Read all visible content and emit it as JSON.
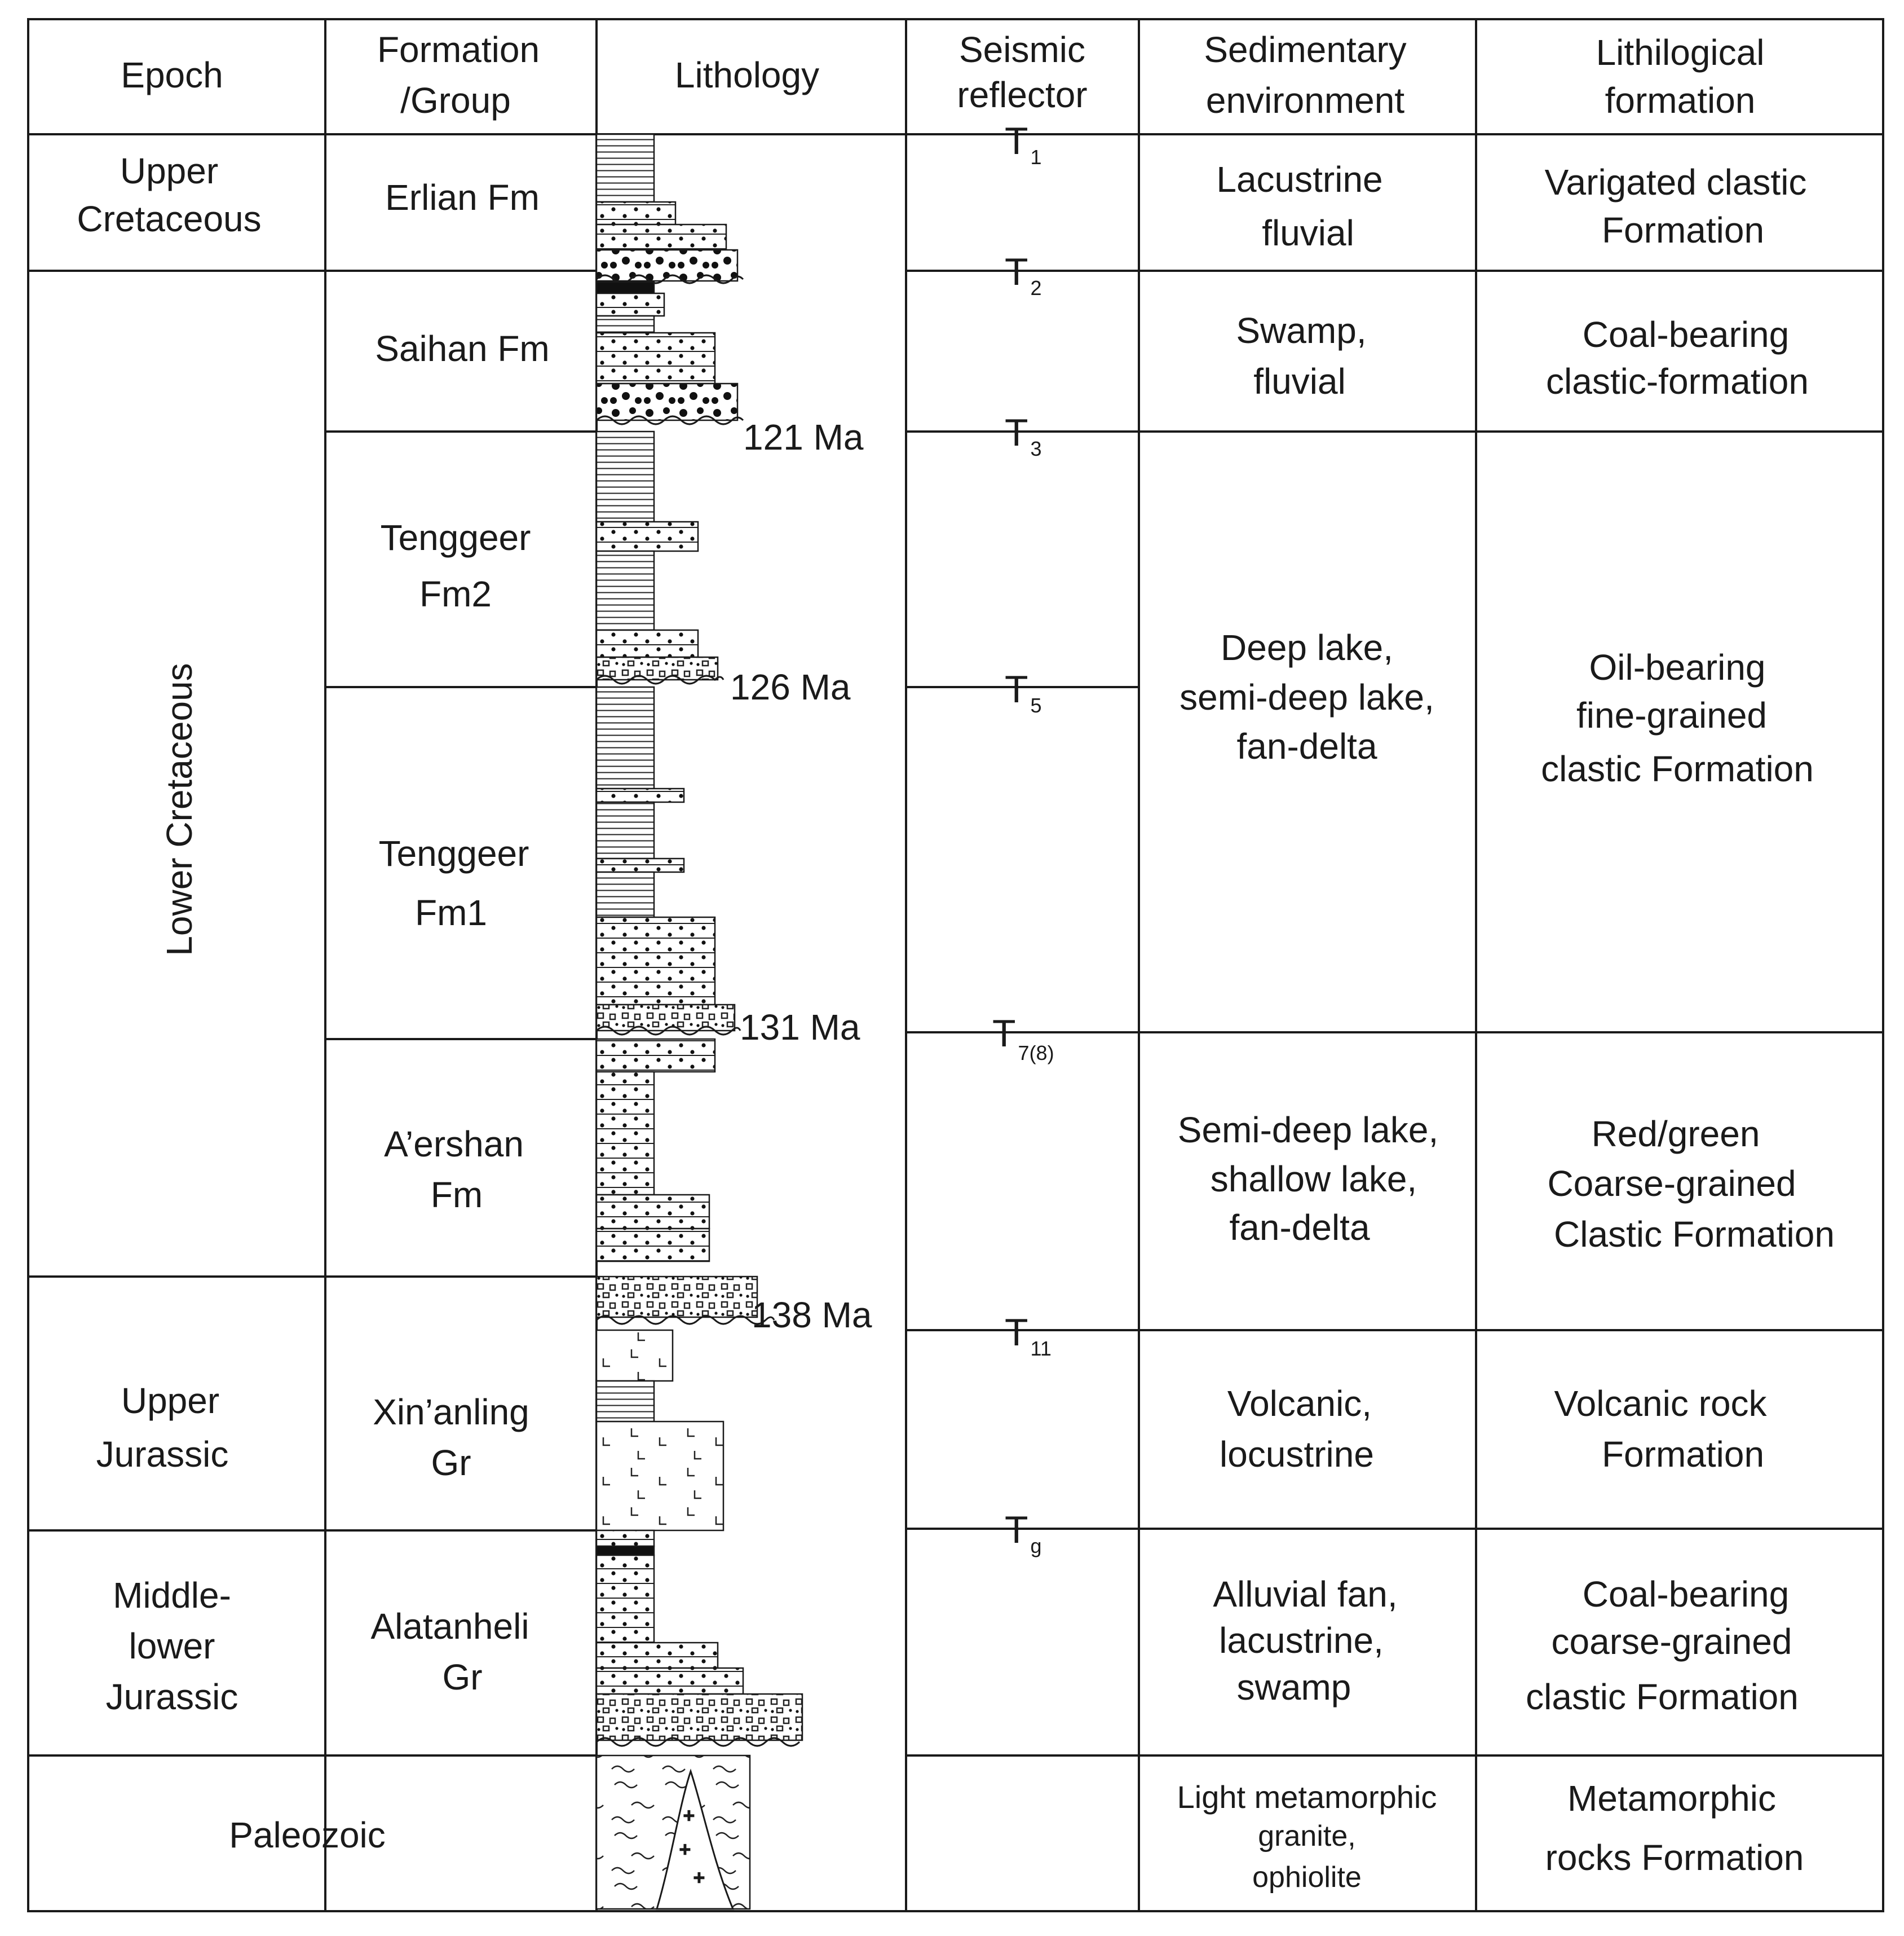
{
  "headers": {
    "epoch": "Epoch",
    "formation": [
      "Formation",
      "/Group"
    ],
    "lithology": "Lithology",
    "seismic": [
      "Seismic",
      "reflector"
    ],
    "environment": [
      "Sedimentary",
      "environment"
    ],
    "lith_formation": [
      "Lithilogical",
      "formation"
    ]
  },
  "epochs": [
    {
      "key": "upper_cretaceous",
      "lines": [
        "Upper",
        "Cretaceous"
      ]
    },
    {
      "key": "lower_cretaceous",
      "lines": [
        "Lower Cretaceous"
      ]
    },
    {
      "key": "upper_jurassic",
      "lines": [
        "Upper",
        "Jurassic"
      ]
    },
    {
      "key": "middle_lower_jurassic",
      "lines": [
        "Middle-",
        "lower",
        "Jurassic"
      ]
    },
    {
      "key": "paleozoic",
      "lines": [
        "Paleozoic"
      ]
    }
  ],
  "formations": [
    {
      "key": "erlian",
      "lines": [
        "Erlian Fm"
      ]
    },
    {
      "key": "saihan",
      "lines": [
        "Saihan Fm"
      ]
    },
    {
      "key": "tenggeer2",
      "lines": [
        "Tenggeer",
        "Fm2"
      ]
    },
    {
      "key": "tenggeer1",
      "lines": [
        "Tenggeer",
        "Fm1"
      ]
    },
    {
      "key": "aershan",
      "lines": [
        "A’ershan",
        "Fm"
      ]
    },
    {
      "key": "xinanling",
      "lines": [
        "Xin’anling",
        "Gr"
      ]
    },
    {
      "key": "alatanheli",
      "lines": [
        "Alatanheli",
        "Gr"
      ]
    }
  ],
  "ages": [
    "121 Ma",
    "126 Ma",
    "131 Ma",
    "138 Ma"
  ],
  "reflectors": [
    {
      "main": "T",
      "sub": "1"
    },
    {
      "main": "T",
      "sub": "2"
    },
    {
      "main": "T",
      "sub": "3"
    },
    {
      "main": "T",
      "sub": "5"
    },
    {
      "main": "T",
      "sub": "7(8)"
    },
    {
      "main": "T",
      "sub": "11"
    },
    {
      "main": "T",
      "sub": "g"
    }
  ],
  "environments": [
    {
      "key": "env_erlian",
      "lines": [
        "Lacustrine",
        "fluvial"
      ]
    },
    {
      "key": "env_saihan",
      "lines": [
        "Swamp,",
        "fluvial"
      ]
    },
    {
      "key": "env_tenggeer",
      "lines": [
        "Deep lake,",
        "semi-deep lake,",
        "fan-delta"
      ]
    },
    {
      "key": "env_aershan",
      "lines": [
        "Semi-deep lake,",
        "shallow lake,",
        "fan-delta"
      ]
    },
    {
      "key": "env_xinanling",
      "lines": [
        "Volcanic,",
        "locustrine"
      ]
    },
    {
      "key": "env_alatanheli",
      "lines": [
        "Alluvial fan,",
        "lacustrine,",
        "swamp"
      ]
    },
    {
      "key": "env_paleozoic",
      "lines": [
        "Light metamorphic",
        "granite,",
        "ophiolite"
      ]
    }
  ],
  "lith_formations": [
    {
      "key": "lf_erlian",
      "lines": [
        "Varigated clastic",
        "Formation"
      ]
    },
    {
      "key": "lf_saihan",
      "lines": [
        "Coal-bearing",
        "clastic-formation"
      ]
    },
    {
      "key": "lf_tenggeer",
      "lines": [
        "Oil-bearing",
        "fine-grained",
        "clastic Formation"
      ]
    },
    {
      "key": "lf_aershan",
      "lines": [
        "Red/green",
        "Coarse-grained",
        "Clastic Formation"
      ]
    },
    {
      "key": "lf_xinanling",
      "lines": [
        "Volcanic rock",
        "Formation"
      ]
    },
    {
      "key": "lf_alatanheli",
      "lines": [
        "Coal-bearing",
        "coarse-grained",
        "clastic Formation"
      ]
    },
    {
      "key": "lf_paleozoic",
      "lines": [
        "Metamorphic",
        "rocks Formation"
      ]
    }
  ]
}
